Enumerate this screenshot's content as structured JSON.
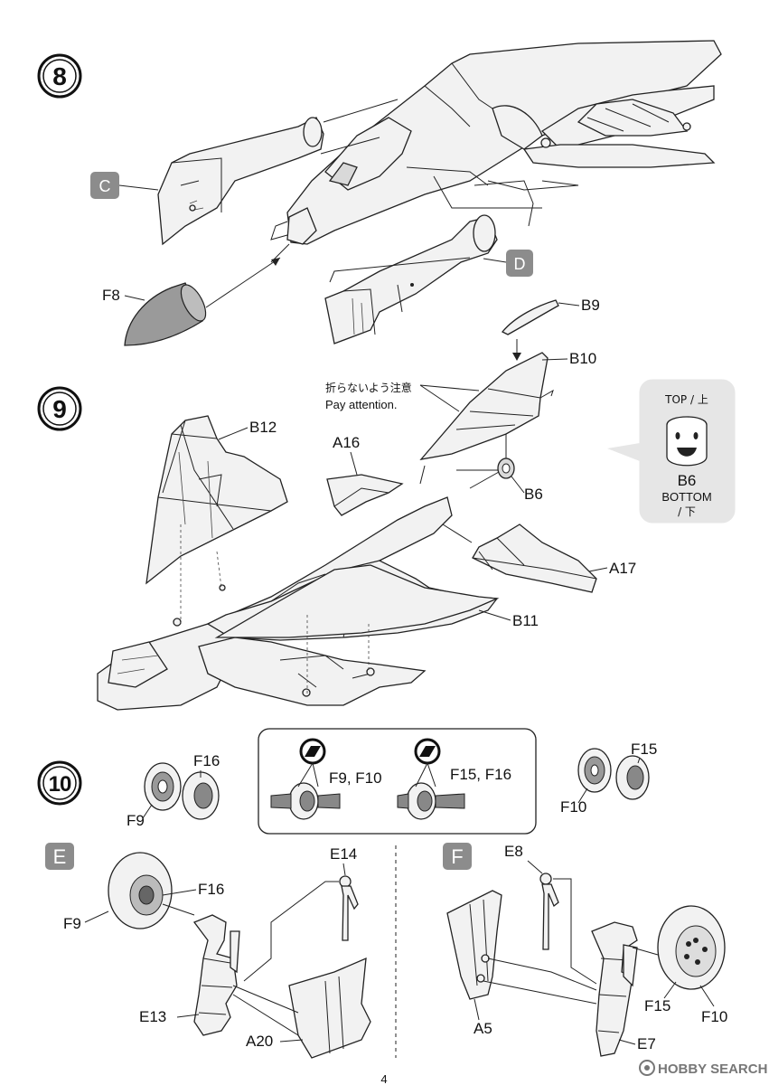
{
  "steps": [
    {
      "number": "8"
    },
    {
      "number": "9"
    },
    {
      "number": "10"
    }
  ],
  "step8": {
    "labels": {
      "c": "C",
      "d": "D",
      "f8": "F8",
      "b9": "B9"
    }
  },
  "step9": {
    "caution_jp": "折らないよう注意",
    "caution_en": "Pay attention.",
    "labels": {
      "b10": "B10",
      "b12": "B12",
      "a16": "A16",
      "b6": "B6",
      "a17": "A17",
      "b11": "B11"
    },
    "callout": {
      "top": "TOP / 上",
      "part": "B6",
      "bottom": "BOTTOM",
      "bottom_jp": "/ 下"
    }
  },
  "step10": {
    "labels": {
      "f16_left": "F16",
      "f9_left": "F9",
      "f15_right": "F15",
      "f10_right": "F10",
      "pair_left": "F9, F10",
      "pair_right": "F15, F16",
      "box_e": "E",
      "box_f": "F",
      "e14": "E14",
      "f16_e": "F16",
      "f9_e": "F9",
      "e13": "E13",
      "a20": "A20",
      "e8": "E8",
      "a5": "A5",
      "f15_f": "F15",
      "f10_f": "F10",
      "e7": "E7"
    }
  },
  "footer": {
    "page_number": "4",
    "watermark": "HOBBY SEARCH"
  }
}
